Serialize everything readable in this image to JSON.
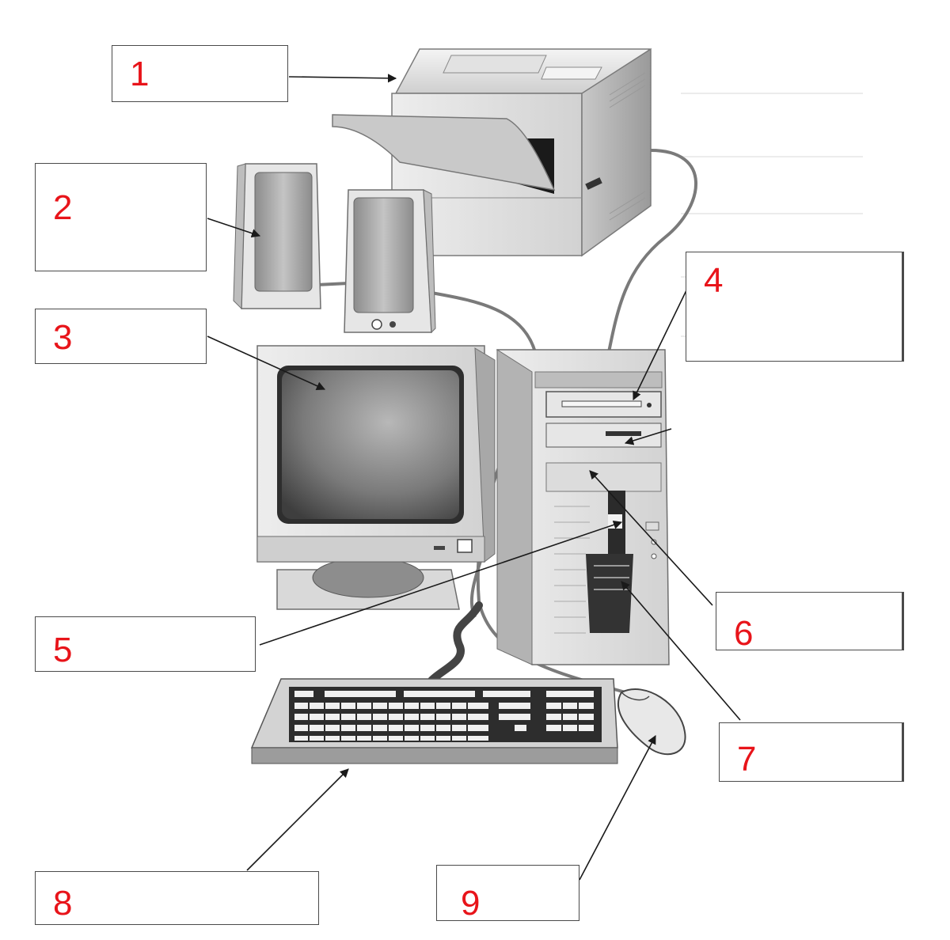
{
  "labels": [
    {
      "id": "1",
      "text": "1"
    },
    {
      "id": "2",
      "text": "2"
    },
    {
      "id": "3",
      "text": "3"
    },
    {
      "id": "4",
      "text": "4"
    },
    {
      "id": "5",
      "text": "5"
    },
    {
      "id": "6",
      "text": "6"
    },
    {
      "id": "7",
      "text": "7"
    },
    {
      "id": "8",
      "text": "8"
    },
    {
      "id": "9",
      "text": "9"
    }
  ],
  "colors": {
    "label_number": "#e8141a",
    "line": "#333333",
    "device_light": "#dcdcdc",
    "device_dark": "#8a8a8a"
  }
}
